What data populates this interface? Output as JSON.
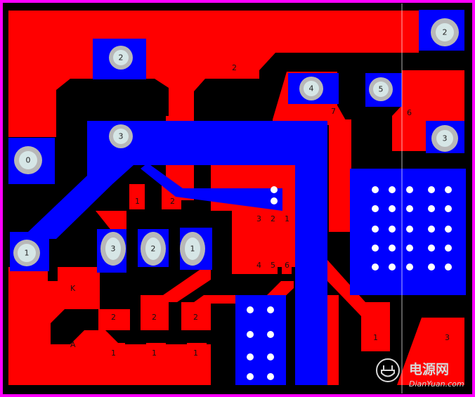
{
  "colors": {
    "background": "#000000",
    "border": "#ff00ff",
    "top_copper": "#ff0000",
    "bottom_copper": "#0000ff",
    "pad_ring": "#b8b8b8",
    "pad_hole": "#d6e6e6",
    "via": "#ffffff"
  },
  "net_labels": {
    "net2_top": "2",
    "net7": "7",
    "net6": "6"
  },
  "through_hole_pads": {
    "p0_left": "0",
    "p1_left": "1",
    "p2_top_right": "2",
    "p2_top_mid": "2",
    "p3_center": "3",
    "p4": "4",
    "p5": "5",
    "p3_right": "3",
    "q3": "3",
    "q2": "2",
    "q1": "1"
  },
  "smd_labels": {
    "r_a_1": "1",
    "r_a_2": "2",
    "ic_3": "3",
    "ic_2": "2",
    "ic_1": "1",
    "ic_4": "4",
    "ic_5": "5",
    "ic_6": "6",
    "d1_2": "2",
    "d2_2": "2",
    "d3_2": "2",
    "d1_1": "1",
    "d2_1": "1",
    "d3_1": "1",
    "cathode": "K",
    "anode": "A",
    "br_1": "1",
    "br_3": "3"
  },
  "watermark": {
    "site_cn": "电源网",
    "site_url": "DianYuan.com"
  }
}
